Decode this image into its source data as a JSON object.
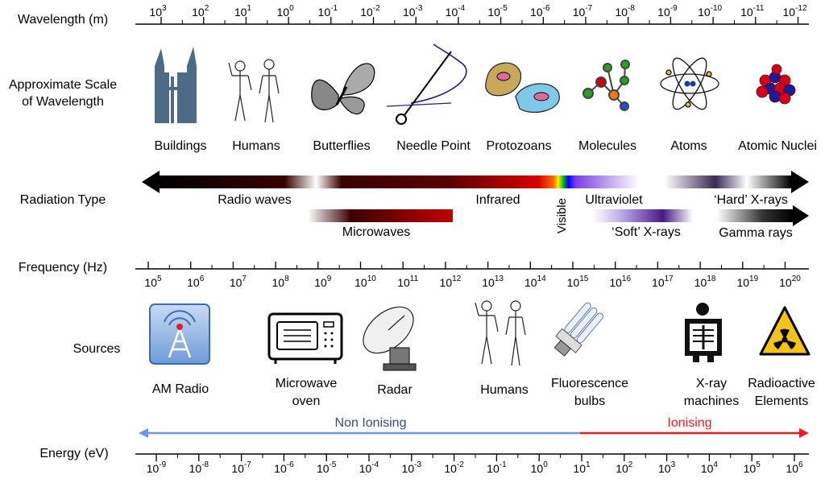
{
  "wavelength": {
    "label": "Wavelength (m)",
    "ticks": [
      {
        "base": "10",
        "exp": "3"
      },
      {
        "base": "10",
        "exp": "2"
      },
      {
        "base": "10",
        "exp": "1"
      },
      {
        "base": "10",
        "exp": "0"
      },
      {
        "base": "10",
        "exp": "-1"
      },
      {
        "base": "10",
        "exp": "-2"
      },
      {
        "base": "10",
        "exp": "-3"
      },
      {
        "base": "10",
        "exp": "-4"
      },
      {
        "base": "10",
        "exp": "-5"
      },
      {
        "base": "10",
        "exp": "-6"
      },
      {
        "base": "10",
        "exp": "-7"
      },
      {
        "base": "10",
        "exp": "-8"
      },
      {
        "base": "10",
        "exp": "-9"
      },
      {
        "base": "10",
        "exp": "-10"
      },
      {
        "base": "10",
        "exp": "-11"
      },
      {
        "base": "10",
        "exp": "-12"
      }
    ]
  },
  "scale": {
    "label_line1": "Approximate Scale",
    "label_line2": "of Wavelength",
    "items": [
      {
        "label": "Buildings",
        "icon": "buildings-icon"
      },
      {
        "label": "Humans",
        "icon": "humans-icon"
      },
      {
        "label": "Butterflies",
        "icon": "butterfly-icon"
      },
      {
        "label": "Needle Point",
        "icon": "needle-icon"
      },
      {
        "label": "Protozoans",
        "icon": "protozoan-icon"
      },
      {
        "label": "Molecules",
        "icon": "molecule-icon"
      },
      {
        "label": "Atoms",
        "icon": "atom-icon"
      },
      {
        "label": "Atomic Nuclei",
        "icon": "nucleus-icon"
      }
    ]
  },
  "radiation": {
    "label": "Radiation Type",
    "radio": "Radio waves",
    "infrared": "Infrared",
    "visible": "Visible",
    "ultraviolet": "Ultraviolet",
    "hard_xrays": "‘Hard’ X-rays",
    "microwaves": "Microwaves",
    "soft_xrays": "‘Soft’ X-rays",
    "gamma": "Gamma rays"
  },
  "frequency": {
    "label": "Frequency (Hz)",
    "ticks": [
      {
        "base": "10",
        "exp": "5"
      },
      {
        "base": "10",
        "exp": "6"
      },
      {
        "base": "10",
        "exp": "7"
      },
      {
        "base": "10",
        "exp": "8"
      },
      {
        "base": "10",
        "exp": "9"
      },
      {
        "base": "10",
        "exp": "10"
      },
      {
        "base": "10",
        "exp": "11"
      },
      {
        "base": "10",
        "exp": "12"
      },
      {
        "base": "10",
        "exp": "13"
      },
      {
        "base": "10",
        "exp": "14"
      },
      {
        "base": "10",
        "exp": "15"
      },
      {
        "base": "10",
        "exp": "16"
      },
      {
        "base": "10",
        "exp": "17"
      },
      {
        "base": "10",
        "exp": "18"
      },
      {
        "base": "10",
        "exp": "19"
      },
      {
        "base": "10",
        "exp": "20"
      }
    ]
  },
  "sources": {
    "label": "Sources",
    "items": [
      {
        "line1": "AM Radio",
        "line2": "",
        "icon": "radio-tower-icon"
      },
      {
        "line1": "Microwave",
        "line2": "oven",
        "icon": "microwave-oven-icon"
      },
      {
        "line1": "Radar",
        "line2": "",
        "icon": "radar-dish-icon"
      },
      {
        "line1": "Humans",
        "line2": "",
        "icon": "humans-icon"
      },
      {
        "line1": "Fluorescence",
        "line2": "bulbs",
        "icon": "fluorescent-bulb-icon"
      },
      {
        "line1": "X-ray",
        "line2": "machines",
        "icon": "xray-machine-icon"
      },
      {
        "line1": "Radioactive",
        "line2": "Elements",
        "icon": "radiation-hazard-icon"
      }
    ]
  },
  "energy": {
    "label": "Energy (eV)",
    "non_ionising": "Non Ionising",
    "ionising": "Ionising",
    "non_ionising_color": "#6a95e8",
    "ionising_color": "#ee1c24",
    "ticks": [
      {
        "base": "10",
        "exp": "-9"
      },
      {
        "base": "10",
        "exp": "-8"
      },
      {
        "base": "10",
        "exp": "-7"
      },
      {
        "base": "10",
        "exp": "-6"
      },
      {
        "base": "10",
        "exp": "-5"
      },
      {
        "base": "10",
        "exp": "-4"
      },
      {
        "base": "10",
        "exp": "-3"
      },
      {
        "base": "10",
        "exp": "-2"
      },
      {
        "base": "10",
        "exp": "-1"
      },
      {
        "base": "10",
        "exp": "0"
      },
      {
        "base": "10",
        "exp": "1"
      },
      {
        "base": "10",
        "exp": "2"
      },
      {
        "base": "10",
        "exp": "3"
      },
      {
        "base": "10",
        "exp": "4"
      },
      {
        "base": "10",
        "exp": "5"
      },
      {
        "base": "10",
        "exp": "6"
      }
    ]
  }
}
